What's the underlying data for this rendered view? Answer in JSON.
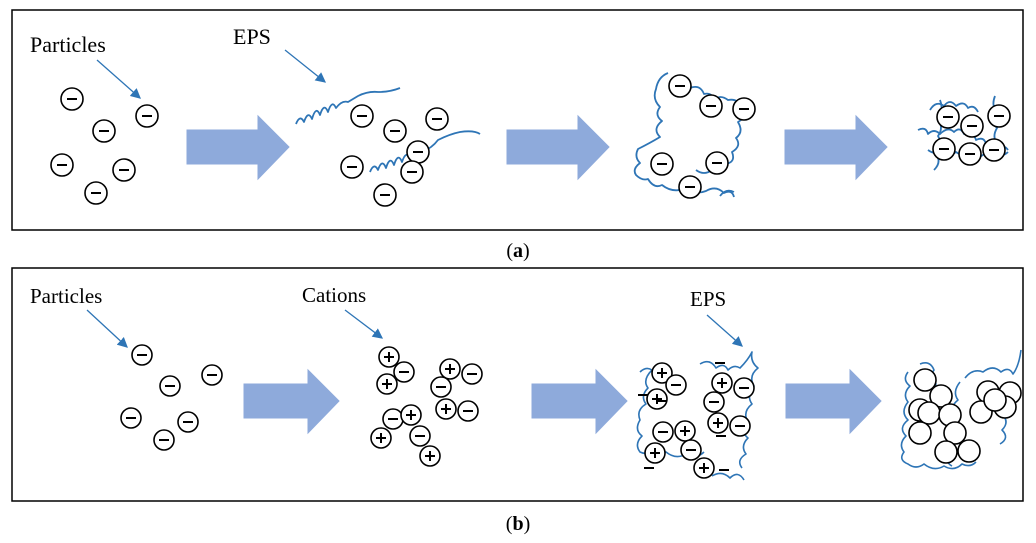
{
  "panel_a": {
    "labels": {
      "particles": "Particles",
      "eps": "EPS"
    },
    "caption_open": "(",
    "caption_letter": "a",
    "caption_close": ")",
    "stages": [
      {
        "name": "dispersed-particles",
        "charge": "−"
      },
      {
        "name": "particles-with-eps",
        "charge": "−"
      },
      {
        "name": "eps-bridged-particles",
        "charge": "−"
      },
      {
        "name": "compact-floc",
        "charge": "−"
      }
    ]
  },
  "panel_b": {
    "labels": {
      "particles": "Particles",
      "cations": "Cations",
      "eps": "EPS"
    },
    "caption_open": "(",
    "caption_letter": "b",
    "caption_close": ")",
    "stages": [
      {
        "name": "dispersed-particles",
        "charge": "−"
      },
      {
        "name": "particles-with-cations",
        "charges": [
          "+",
          "−"
        ]
      },
      {
        "name": "cation-bridged-eps-network",
        "charges": [
          "+",
          "−"
        ]
      },
      {
        "name": "aggregated-floc"
      }
    ]
  },
  "colors": {
    "arrow_fill": "#8eaadb",
    "eps_line": "#2e75b6",
    "leader_line": "#2e75b6",
    "frame": "#000000"
  },
  "icons": {
    "charge_negative": "minus-circle-icon",
    "charge_positive": "plus-circle-icon",
    "transition": "block-arrow-right-icon"
  }
}
